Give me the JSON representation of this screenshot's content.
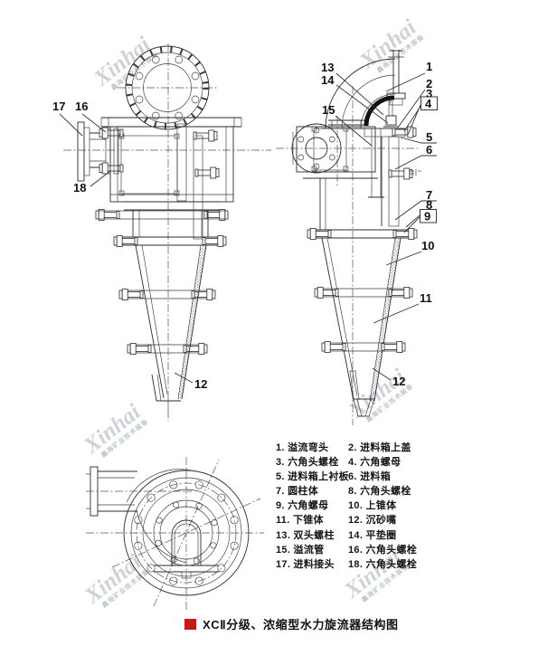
{
  "watermark": {
    "brand": "Xinhai",
    "subtext": "鑫海矿业技术装备"
  },
  "callout_numbers": {
    "n1": "1",
    "n2": "2",
    "n3": "3",
    "n4": "4",
    "n5": "5",
    "n6": "6",
    "n7": "7",
    "n8": "8",
    "n9": "9",
    "n10": "10",
    "n11": "11",
    "n12": "12",
    "n13": "13",
    "n14": "14",
    "n15": "15",
    "n16": "16",
    "n17": "17",
    "n18": "18"
  },
  "parts_list": {
    "items": [
      "1. 溢流弯头",
      "2. 进料箱上盖",
      "3. 六角头螺栓",
      "4. 六角螺母",
      "5. 进料箱上衬板",
      "6. 进料箱",
      "7. 圆柱体",
      "8. 六角头螺栓",
      "9. 六角螺母",
      "10. 上锥体",
      "11. 下锥体",
      "12. 沉砂嘴",
      "13. 双头螺柱",
      "14. 平垫圈",
      "15. 溢流管",
      "16. 六角头螺栓",
      "17. 进料接头",
      "18. 六角头螺栓"
    ]
  },
  "caption": {
    "marker_color": "#c81717",
    "text": "XCⅡ分级、浓缩型水力旋流器结构图"
  }
}
